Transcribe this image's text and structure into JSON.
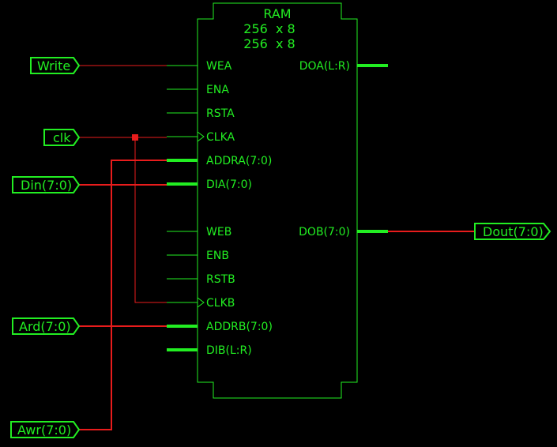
{
  "block": {
    "title": "RAM",
    "size_line1": "256  x 8",
    "size_line2": "256  x 8"
  },
  "pins": {
    "wea": "WEA",
    "ena": "ENA",
    "rsta": "RSTA",
    "clka": "CLKA",
    "addra": "ADDRA(7:0)",
    "dia": "DIA(7:0)",
    "web": "WEB",
    "enb": "ENB",
    "rstb": "RSTB",
    "clkb": "CLKB",
    "addrb": "ADDRB(7:0)",
    "dib": "DIB(L:R)",
    "doa": "DOA(L:R)",
    "dob": "DOB(7:0)"
  },
  "ports": {
    "write": "Write",
    "clk": "clk",
    "din": "Din(7:0)",
    "ard": "Ard(7:0)",
    "awr": "Awr(7:0)",
    "dout": "Dout(7:0)"
  },
  "colors": {
    "component": "#22ee22",
    "wire": "#e81c1c",
    "background": "#000000"
  }
}
